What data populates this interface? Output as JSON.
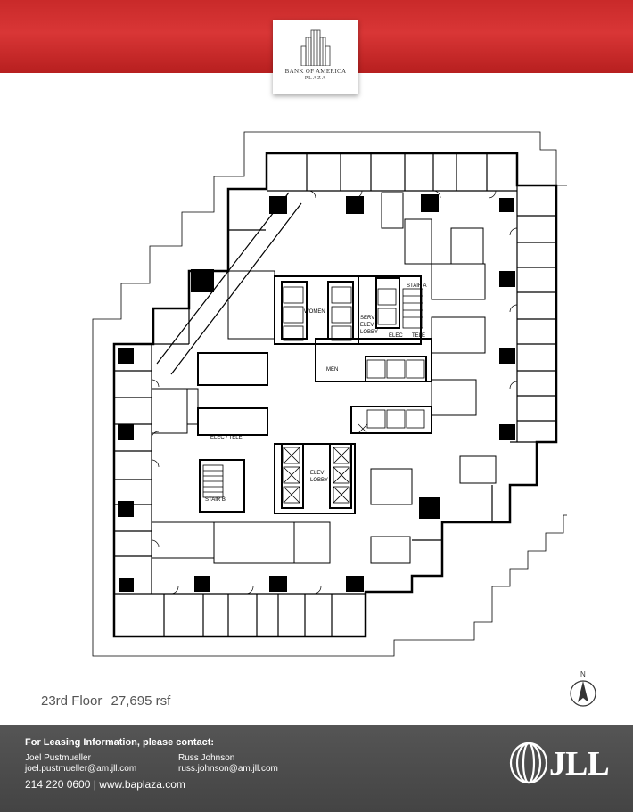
{
  "header": {
    "logo_line1": "BANK OF AMERICA",
    "logo_line2": "PLAZA",
    "accent_color": "#d32f2f"
  },
  "plan": {
    "labels": {
      "women": "WOMEN",
      "men": "MEN",
      "serv_elev_lobby_1": "SERV",
      "serv_elev_lobby_2": "ELEV",
      "serv_elev_lobby_3": "LOBBY",
      "stair_a": "STAIR A",
      "elec": "ELEC",
      "tele": "TELE",
      "elec_tele": "ELEC / TELE",
      "elev_lobby_1": "ELEV",
      "elev_lobby_2": "LOBBY",
      "stair_b": "STAIR B"
    }
  },
  "caption": {
    "floor": "23rd Floor",
    "area": "27,695 rsf"
  },
  "north_label": "N",
  "footer": {
    "heading": "For Leasing Information, please contact:",
    "contact1": {
      "name": "Joel Pustmueller",
      "email": "joel.pustmueller@am.jll.com"
    },
    "contact2": {
      "name": "Russ Johnson",
      "email": "russ.johnson@am.jll.com"
    },
    "phone_line": "214 220 0600  |  www.baplaza.com",
    "brand": "JLL"
  }
}
